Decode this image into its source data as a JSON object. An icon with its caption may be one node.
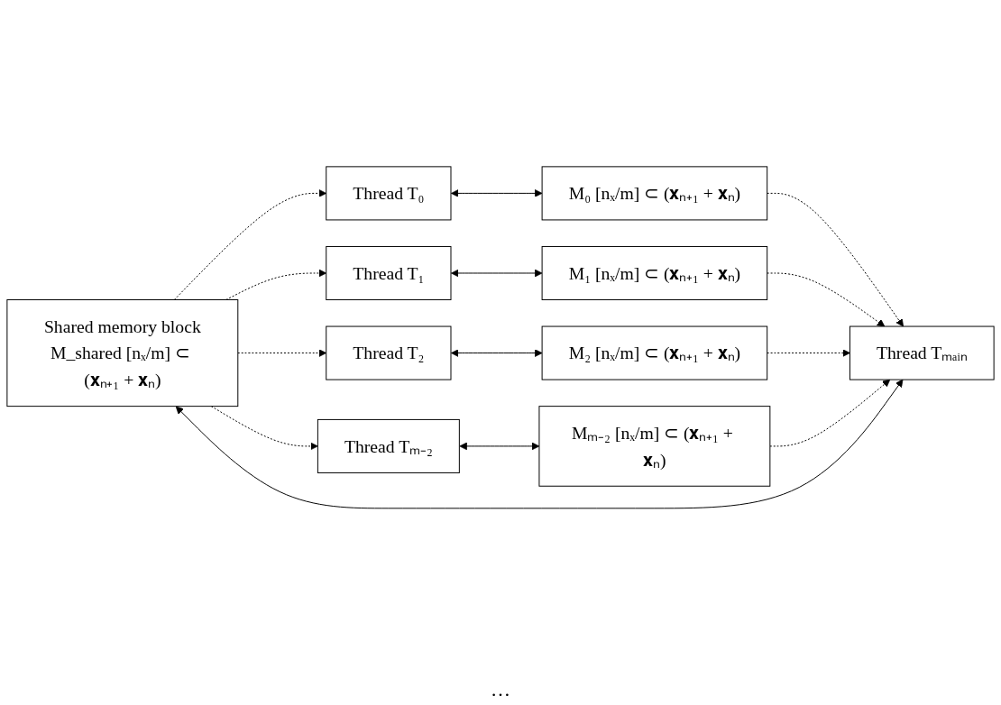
{
  "diagram": {
    "nodes": [
      {
        "text": [
          "Thread T₀"
        ]
      },
      {
        "text": [
          "M₀ [nₓ/m] ⊂ (𝐱ₙ₊₁ + 𝐱ₙ)"
        ]
      },
      {
        "text": [
          "Thread T₁"
        ]
      },
      {
        "text": [
          "M₁ [nₓ/m] ⊂ (𝐱ₙ₊₁ + 𝐱ₙ)"
        ]
      },
      {
        "text": [
          "Thread T₂"
        ]
      },
      {
        "text": [
          "M₂ [nₓ/m] ⊂ (𝐱ₙ₊₁ + 𝐱ₙ)"
        ]
      },
      {
        "text": [
          "Thread Tₘ₋₂"
        ]
      },
      {
        "text": [
          "Mₘ₋₂ [nₓ/m] ⊂ (𝐱ₙ₊₁ + 𝐱ₙ)"
        ]
      },
      {
        "text": [
          "Shared memory block",
          "M_shared [nₓ/m] ⊂ (𝐱ₙ₊₁ + 𝐱ₙ)"
        ]
      },
      {
        "text": [
          "Thread Tₘₐᵢₙ"
        ]
      }
    ],
    "edges": [
      {
        "from": 0,
        "to": 1,
        "arrow": "both"
      },
      {
        "from": 2,
        "to": 3,
        "arrow": "both"
      },
      {
        "from": 4,
        "to": 5,
        "arrow": "both"
      },
      {
        "from": 6,
        "to": 7,
        "arrow": "both"
      },
      {
        "from": 8,
        "to": 0,
        "arrow": "to",
        "style": "dashed"
      },
      {
        "from": 8,
        "to": 2,
        "arrow": "to",
        "style": "dashed"
      },
      {
        "from": 8,
        "to": 4,
        "arrow": "to",
        "style": "dashed"
      },
      {
        "from": 8,
        "to": 6,
        "arrow": "to",
        "style": "dashed"
      },
      {
        "from": 1,
        "to": 9,
        "arrow": "to",
        "style": "dashed"
      },
      {
        "from": 3,
        "to": 9,
        "arrow": "to",
        "style": "dashed"
      },
      {
        "from": 5,
        "to": 9,
        "arrow": "to",
        "style": "dashed"
      },
      {
        "from": 7,
        "to": 9,
        "arrow": "to",
        "style": "dashed"
      },
      {
        "from": 8,
        "to": 9,
        "arrow": "both"
      }
    ],
    "labels": [
      "…"
    ]
  }
}
